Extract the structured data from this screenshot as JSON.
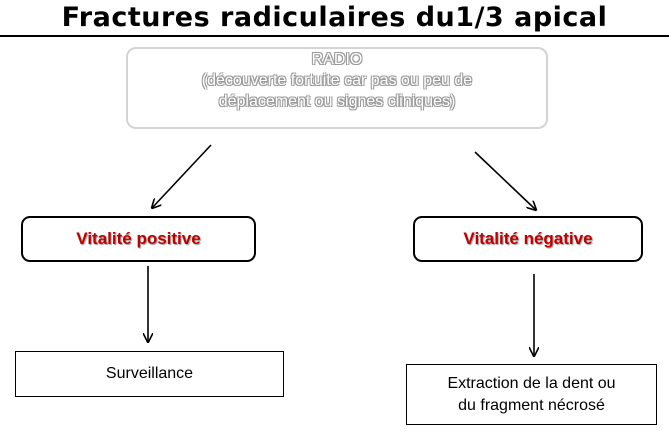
{
  "title": "Fractures radiculaires du1/3 apical",
  "radio": {
    "line1": "RADIO",
    "line2": "(découverte  fortuite car pas ou peu de",
    "line3": "déplacement ou signes cliniques)"
  },
  "vitality": {
    "positive": "Vitalité positive",
    "negative": "Vitalité négative"
  },
  "outcomes": {
    "positive": "Surveillance",
    "negative_line1": "Extraction de la dent ou",
    "negative_line2": "du fragment nécrosé"
  },
  "colors": {
    "vitality_text": "#c00000",
    "radio_outline": "#9a9a9a"
  }
}
